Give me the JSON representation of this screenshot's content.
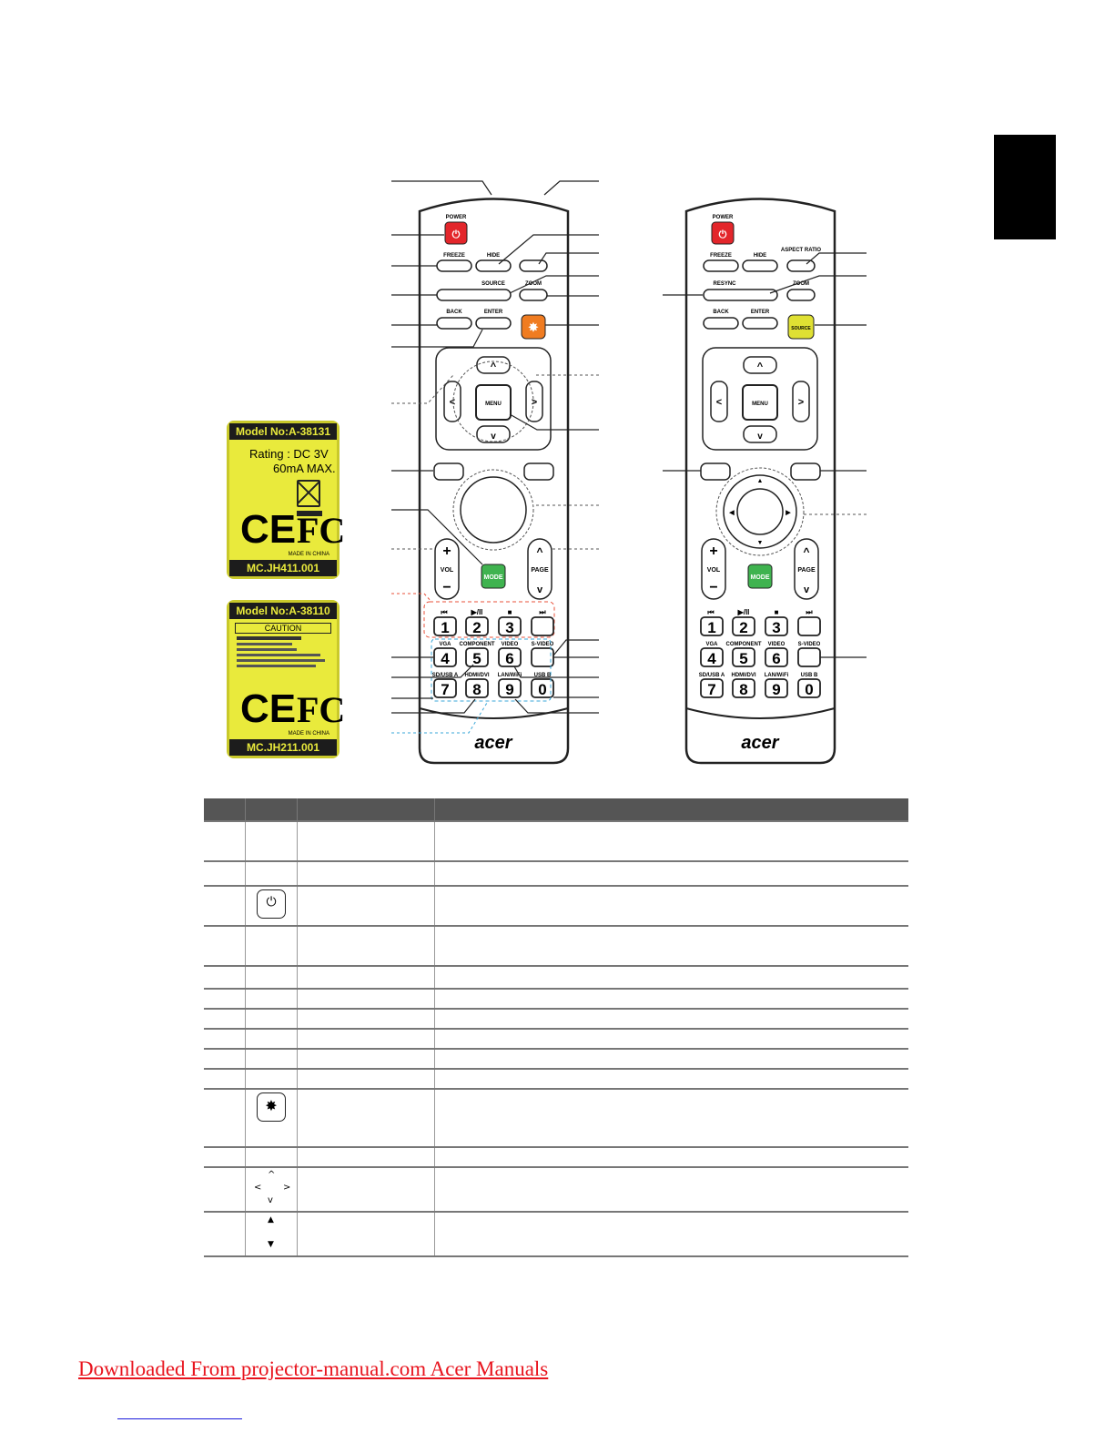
{
  "remote_left": {
    "brand": "acer",
    "buttons": {
      "power": "POWER",
      "freeze": "FREEZE",
      "hide": "HIDE",
      "source": "SOURCE",
      "zoom": "ZOOM",
      "back": "BACK",
      "enter": "ENTER",
      "menu": "MENU",
      "vol": "VOL",
      "page": "PAGE",
      "mode": "MODE",
      "svideo": "S-VIDEO",
      "vga": "VGA",
      "component": "COMPONENT",
      "video": "VIDEO",
      "sdusb_a": "SD/USB A",
      "hdmi_dvi": "HDMI/DVI",
      "lan_wifi": "LAN/WiFi",
      "usb_b": "USB B"
    },
    "digits": [
      "1",
      "2",
      "3",
      "4",
      "5",
      "6",
      "7",
      "8",
      "9",
      "0"
    ]
  },
  "remote_right": {
    "brand": "acer",
    "buttons": {
      "power": "POWER",
      "freeze": "FREEZE",
      "hide": "HIDE",
      "aspect_ratio": "ASPECT RATIO",
      "resync": "RESYNC",
      "zoom": "ZOOM",
      "back": "BACK",
      "enter": "ENTER",
      "source": "SOURCE",
      "menu": "MENU",
      "vol": "VOL",
      "page": "PAGE",
      "mode": "MODE",
      "svideo": "S-VIDEO",
      "vga": "VGA",
      "component": "COMPONENT",
      "video": "VIDEO",
      "sdusb_a": "SD/USB A",
      "hdmi_dvi": "HDMI/DVI",
      "lan_wifi": "LAN/WiFi",
      "usb_b": "USB B"
    },
    "digits": [
      "1",
      "2",
      "3",
      "4",
      "5",
      "6",
      "7",
      "8",
      "9",
      "0"
    ]
  },
  "sticker_1": {
    "model": "Model No:A-38131",
    "rating_line1": "Rating : DC 3V",
    "rating_line2": "60mA MAX.",
    "made_in": "MADE IN CHINA",
    "part": "MC.JH411.001"
  },
  "sticker_2": {
    "model": "Model No:A-38110",
    "caution": "CAUTION",
    "made_in": "MADE IN CHINA",
    "part": "MC.JH211.001"
  },
  "download_link": "Downloaded From projector-manual.com Acer Manuals",
  "colors": {
    "power_red": "#e3262b",
    "laser_orange": "#f07c21",
    "source_yellow": "#dfe033",
    "mode_green": "#3fb34f",
    "sticker_yellow": "#e9ea3c",
    "link_red": "#e8141e",
    "callout_red": "#e8503a",
    "callout_blue": "#3aa7d8"
  }
}
